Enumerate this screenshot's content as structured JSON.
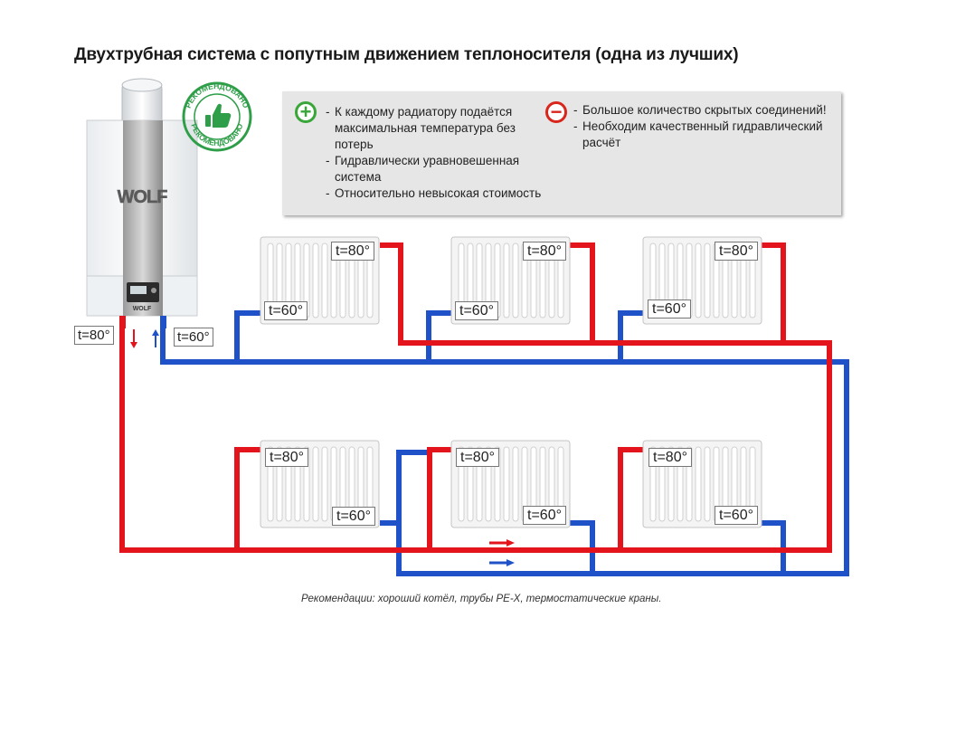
{
  "title": "Двухтрубная система с попутным движением теплоносителя (одна из лучших)",
  "stamp": {
    "text_top": "РЕКОМЕНДОВАНО",
    "text_bottom": "РЕКОМЕНДОВАНО",
    "icon": "thumbs-up-icon",
    "color": "#2e9e48"
  },
  "boiler": {
    "brand": "WOLF",
    "supply_label": "t=80°",
    "return_label": "t=60°"
  },
  "info": {
    "pros_icon": "plus-icon",
    "pros": [
      "К каждому радиатору подаётся максимальная температура без потерь",
      "Гидравлически уравновешенная система",
      "Относительно невысокая стоимость"
    ],
    "cons_icon": "minus-icon",
    "cons": [
      "Большое количество скрытых соединений!",
      "Необходим качественный гидравлический расчёт"
    ]
  },
  "radiators": {
    "top": [
      {
        "hot": "t=80°",
        "cold": "t=60°"
      },
      {
        "hot": "t=80°",
        "cold": "t=60°"
      },
      {
        "hot": "t=80°",
        "cold": "t=60°"
      }
    ],
    "bottom": [
      {
        "hot": "t=80°",
        "cold": "t=60°"
      },
      {
        "hot": "t=80°",
        "cold": "t=60°"
      },
      {
        "hot": "t=80°",
        "cold": "t=60°"
      }
    ]
  },
  "colors": {
    "supply": "#e3141b",
    "return": "#1f52c8"
  },
  "footnote": "Рекомендации: хороший котёл, трубы PE-X, термостатические краны."
}
